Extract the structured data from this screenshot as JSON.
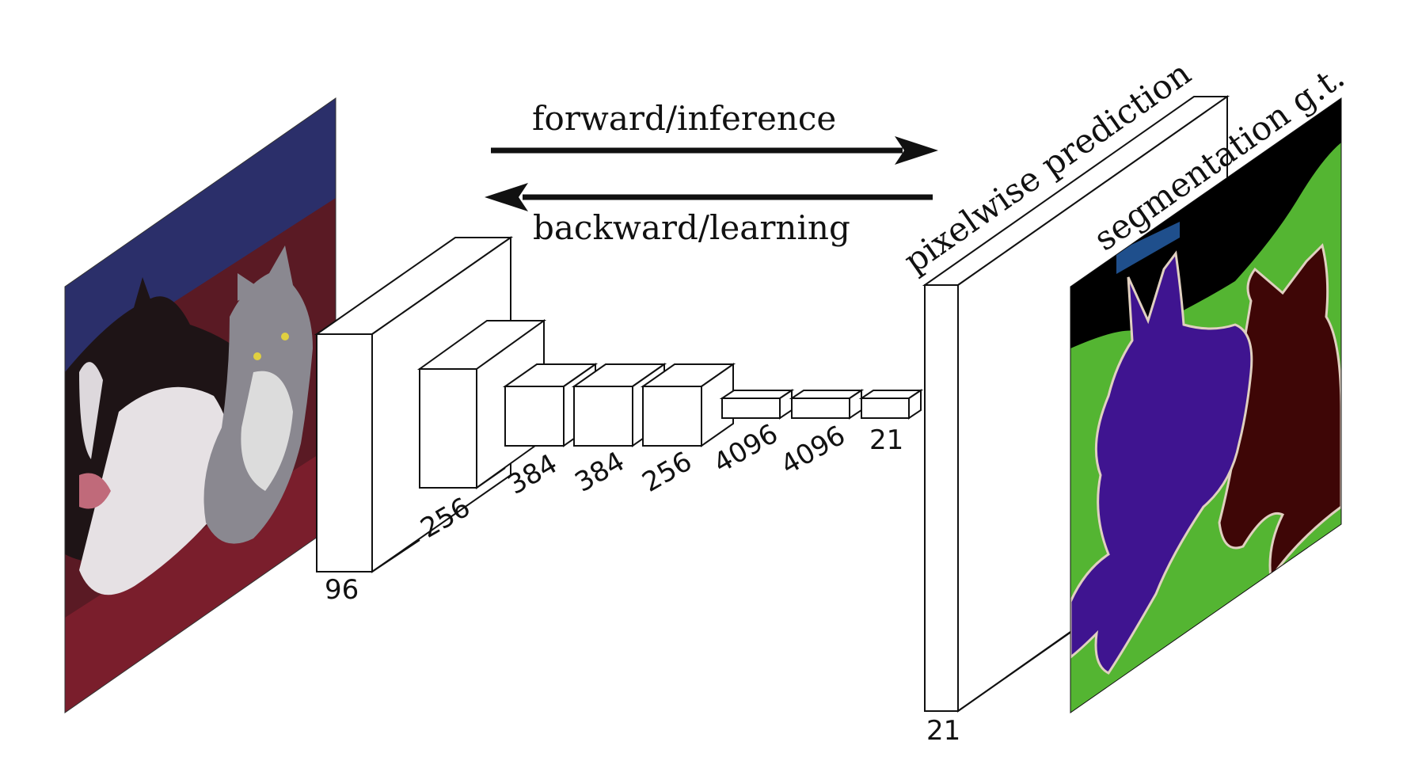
{
  "arrows": {
    "forward_label": "forward/inference",
    "backward_label": "backward/learning"
  },
  "output": {
    "prediction_label": "pixelwise prediction",
    "ground_truth_label": "segmentation g.t."
  },
  "layers": {
    "conv1": "96",
    "conv2": "256",
    "conv3": "384",
    "conv4": "384",
    "conv5": "256",
    "fc6": "4096",
    "fc7": "4096",
    "score": "21",
    "prediction": "21"
  },
  "colors": {
    "ink": "#111111",
    "box_fill": "#ffffff",
    "photo_background": "#5a1a24",
    "photo_top": "#2a2d66",
    "dog_dark": "#1e1416",
    "dog_white": "#e6e1e4",
    "cat_gray": "#8a8890",
    "cat_white": "#dcdcdc",
    "seg_background": "#000000",
    "seg_sofa": "#54b532",
    "seg_dog": "#3f1490",
    "seg_cat": "#3e0606",
    "seg_outline": "#e0d0c0",
    "seg_highlight": "#1f4f8c"
  }
}
